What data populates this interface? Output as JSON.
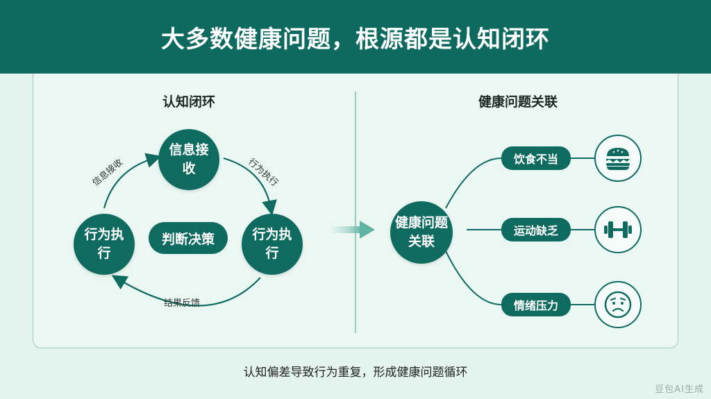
{
  "title": "大多数健康问题，根源都是认知闭环",
  "left": {
    "heading": "认知闭环",
    "nodes": {
      "top": "信息接收",
      "left": "行为执行",
      "right": "行为执行",
      "center": "判断决策"
    },
    "arc_labels": {
      "top_left": "信息接收",
      "top_right": "行为执行",
      "bottom": "结果反馈"
    }
  },
  "right": {
    "heading": "健康问题关联",
    "center": "健康问题关联",
    "branches": [
      {
        "label": "饮食不当",
        "icon": "burger-icon"
      },
      {
        "label": "运动缺乏",
        "icon": "dumbbell-icon"
      },
      {
        "label": "情绪压力",
        "icon": "worried-face-icon"
      }
    ]
  },
  "caption": "认知偏差导致行为重复，形成健康问题循环",
  "watermark": "豆包AI生成",
  "colors": {
    "primary": "#0e6a5f",
    "background": "#e3f3ee",
    "border": "#9fc9bd"
  }
}
